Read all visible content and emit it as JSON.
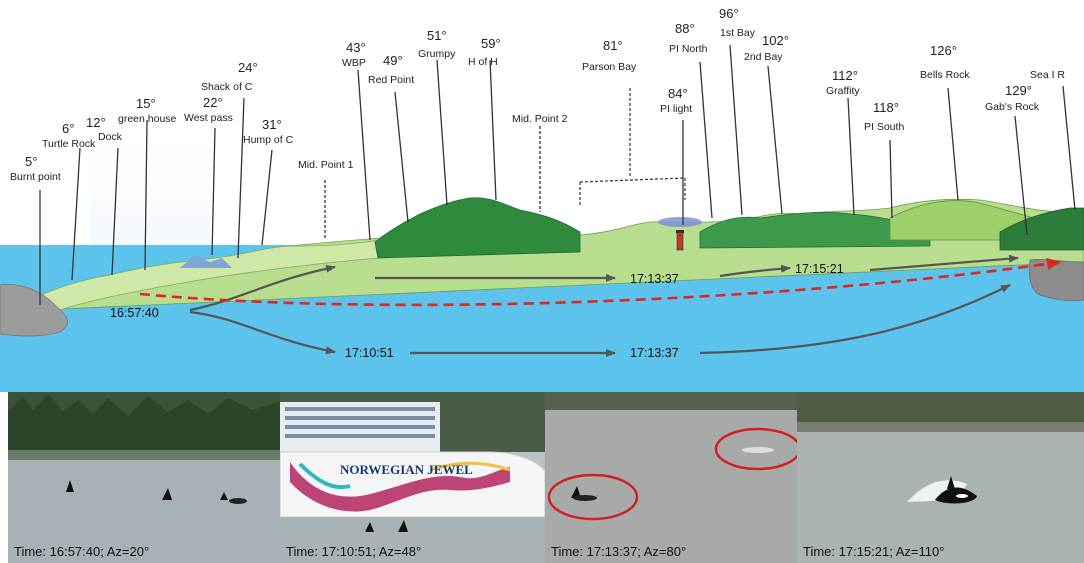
{
  "landmarks": [
    {
      "deg": "5°",
      "name": "Burnt point"
    },
    {
      "deg": "6°",
      "name": "Turtle Rock"
    },
    {
      "deg": "12°",
      "name": "Dock"
    },
    {
      "deg": "15°",
      "name": "green house"
    },
    {
      "deg": "22°",
      "name": "West pass"
    },
    {
      "deg": "24°",
      "name": "Shack of C"
    },
    {
      "deg": "31°",
      "name": "Hump of C"
    },
    {
      "deg": "",
      "name": "Mid. Point 1"
    },
    {
      "deg": "43°",
      "name": "WBP"
    },
    {
      "deg": "49°",
      "name": "Red Point"
    },
    {
      "deg": "51°",
      "name": "Grumpy"
    },
    {
      "deg": "59°",
      "name": "H of H"
    },
    {
      "deg": "",
      "name": "Mid. Point 2"
    },
    {
      "deg": "81°",
      "name": "Parson Bay"
    },
    {
      "deg": "84°",
      "name": "PI light"
    },
    {
      "deg": "88°",
      "name": "PI North"
    },
    {
      "deg": "96°",
      "name": "1st Bay"
    },
    {
      "deg": "102°",
      "name": "2nd Bay"
    },
    {
      "deg": "112°",
      "name": "Graffity"
    },
    {
      "deg": "118°",
      "name": "PI South"
    },
    {
      "deg": "126°",
      "name": "Bells Rock"
    },
    {
      "deg": "129°",
      "name": "Gab's Rock"
    },
    {
      "deg": "",
      "name": "Sea I R"
    }
  ],
  "times": {
    "start": "16:57:40",
    "upper_mid": "17:13:37",
    "upper_end": "17:15:21",
    "lower_1": "17:10:51",
    "lower_2": "17:13:37"
  },
  "photos": [
    {
      "caption": "Time: 16:57:40; Az=20°"
    },
    {
      "caption": "Time: 17:10:51; Az=48°",
      "ship_name": "NORWEGIAN JEWEL"
    },
    {
      "caption": "Time: 17:13:37; Az=80°"
    },
    {
      "caption": "Time: 17:15:21; Az=110°"
    }
  ],
  "colors": {
    "water": "#5cc3ec",
    "arrow": "#555555",
    "dashed_path": "#e0261f",
    "circle": "#d02020"
  }
}
